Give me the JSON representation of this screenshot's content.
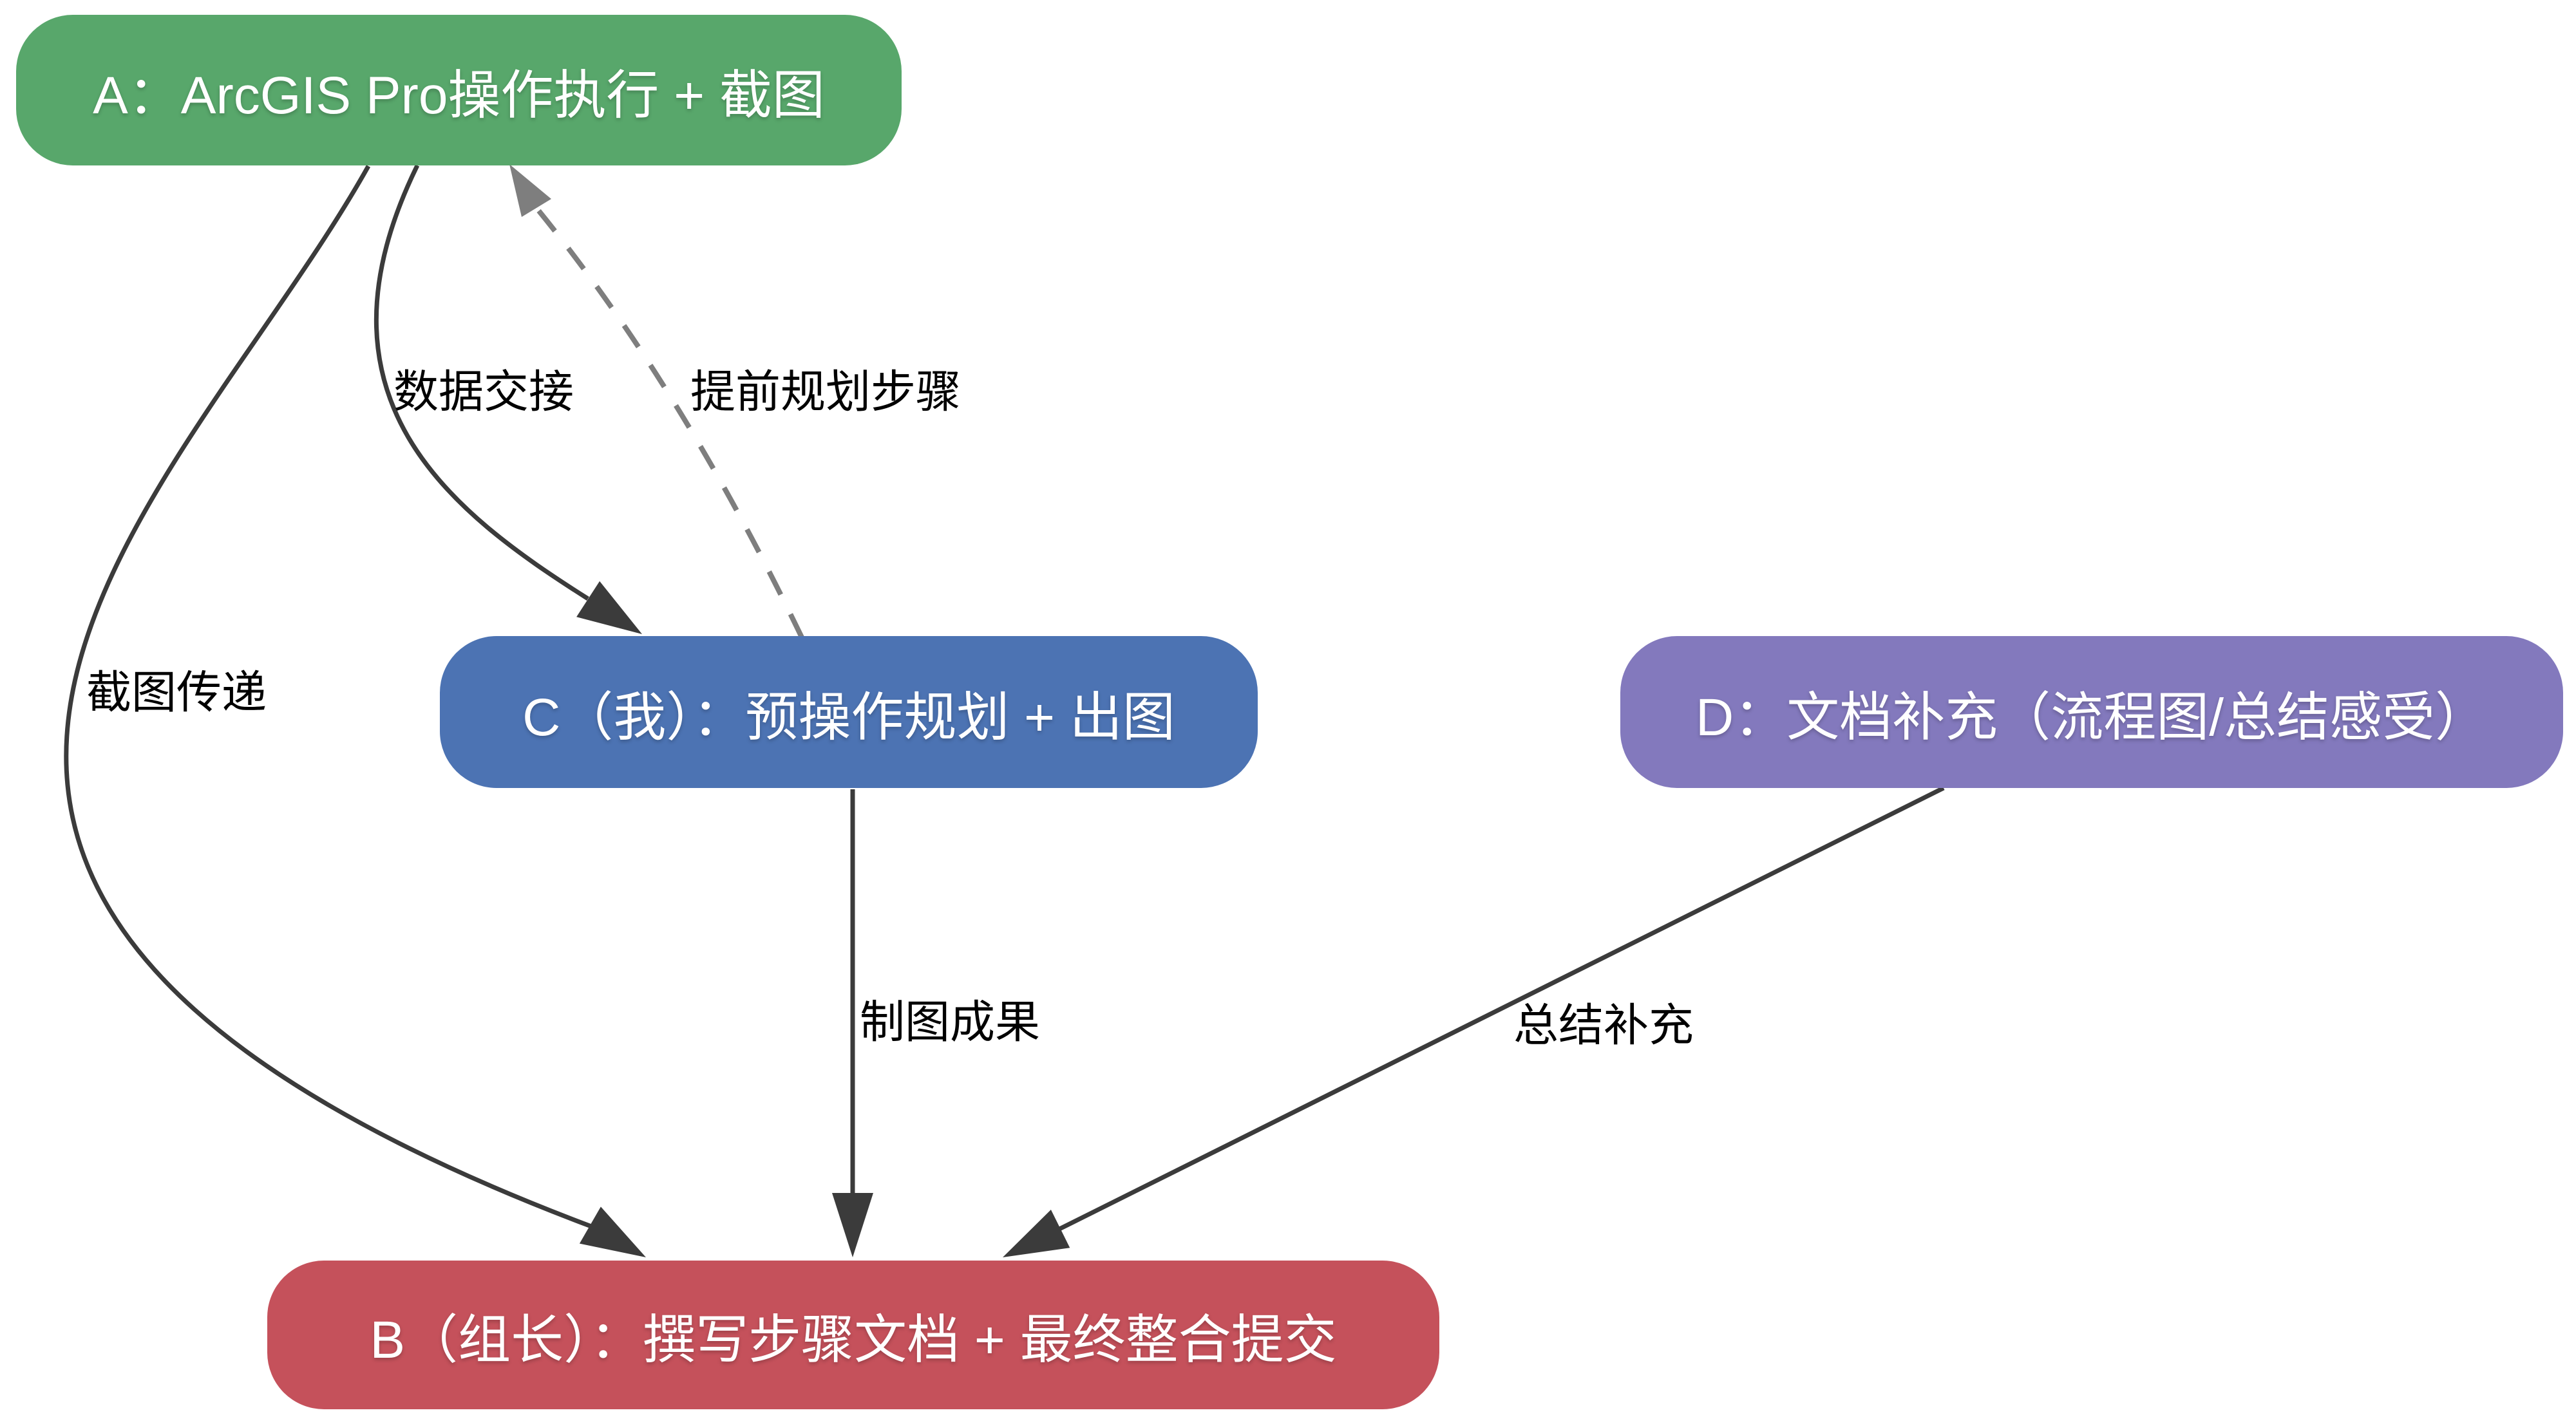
{
  "diagram": {
    "nodes": {
      "a": {
        "id": "A",
        "label": "A：ArcGIS Pro操作执行 + 截图"
      },
      "c": {
        "id": "C",
        "label": "C（我）：预操作规划 + 出图"
      },
      "d": {
        "id": "D",
        "label": "D：文档补充（流程图/总结感受）"
      },
      "b": {
        "id": "B",
        "label": "B（组长）：撰写步骤文档 + 最终整合提交"
      }
    },
    "edges": [
      {
        "id": "a-to-b",
        "from": "A",
        "to": "B",
        "label": "截图传递",
        "style": "solid"
      },
      {
        "id": "a-to-c",
        "from": "A",
        "to": "C",
        "label": "数据交接",
        "style": "solid"
      },
      {
        "id": "c-to-a",
        "from": "C",
        "to": "A",
        "label": "提前规划步骤",
        "style": "dashed"
      },
      {
        "id": "c-to-b",
        "from": "C",
        "to": "B",
        "label": "制图成果",
        "style": "solid"
      },
      {
        "id": "d-to-b",
        "from": "D",
        "to": "B",
        "label": "总结补充",
        "style": "solid"
      }
    ]
  },
  "colors": {
    "node_a": "#58A76B",
    "node_c": "#4C73B3",
    "node_d": "#8379BD",
    "node_b": "#C5515B",
    "edge_solid": "#3B3B3B",
    "edge_dashed": "#7E7E7E",
    "node_text": "#FFFFFF",
    "edge_label_text": "#000000",
    "background": "#FFFFFF"
  }
}
